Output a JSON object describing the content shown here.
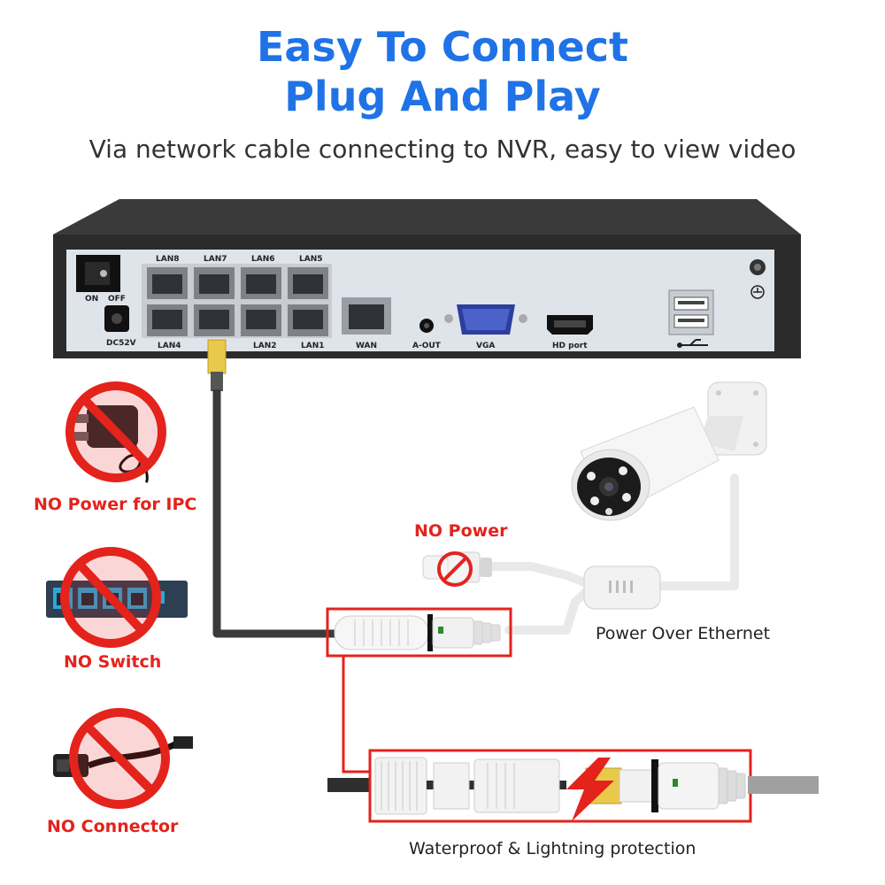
{
  "header": {
    "title_line1": "Easy To Connect",
    "title_line2": "Plug And Play",
    "subtitle": "Via network cable connecting to NVR, easy to view video"
  },
  "nvr": {
    "ports_top": [
      "LAN8",
      "LAN7",
      "LAN6",
      "LAN5"
    ],
    "ports_bottom": [
      "LAN4",
      "LAN2",
      "LAN1"
    ],
    "switch_on": "ON",
    "switch_off": "OFF",
    "dc": "DC52V",
    "wan": "WAN",
    "aout": "A-OUT",
    "vga": "VGA",
    "hd": "HD port"
  },
  "labels": {
    "no_power_ipc": "NO Power for IPC",
    "no_switch": "NO Switch",
    "no_connector": "NO Connector",
    "no_power": "NO Power",
    "poe": "Power Over Ethernet",
    "waterproof": "Waterproof & Lightning protection"
  },
  "colors": {
    "title_blue": "#1f73e6",
    "warning_red": "#e3231c",
    "nvr_body": "#2b2b2b",
    "nvr_panel": "#dfe3ea"
  }
}
